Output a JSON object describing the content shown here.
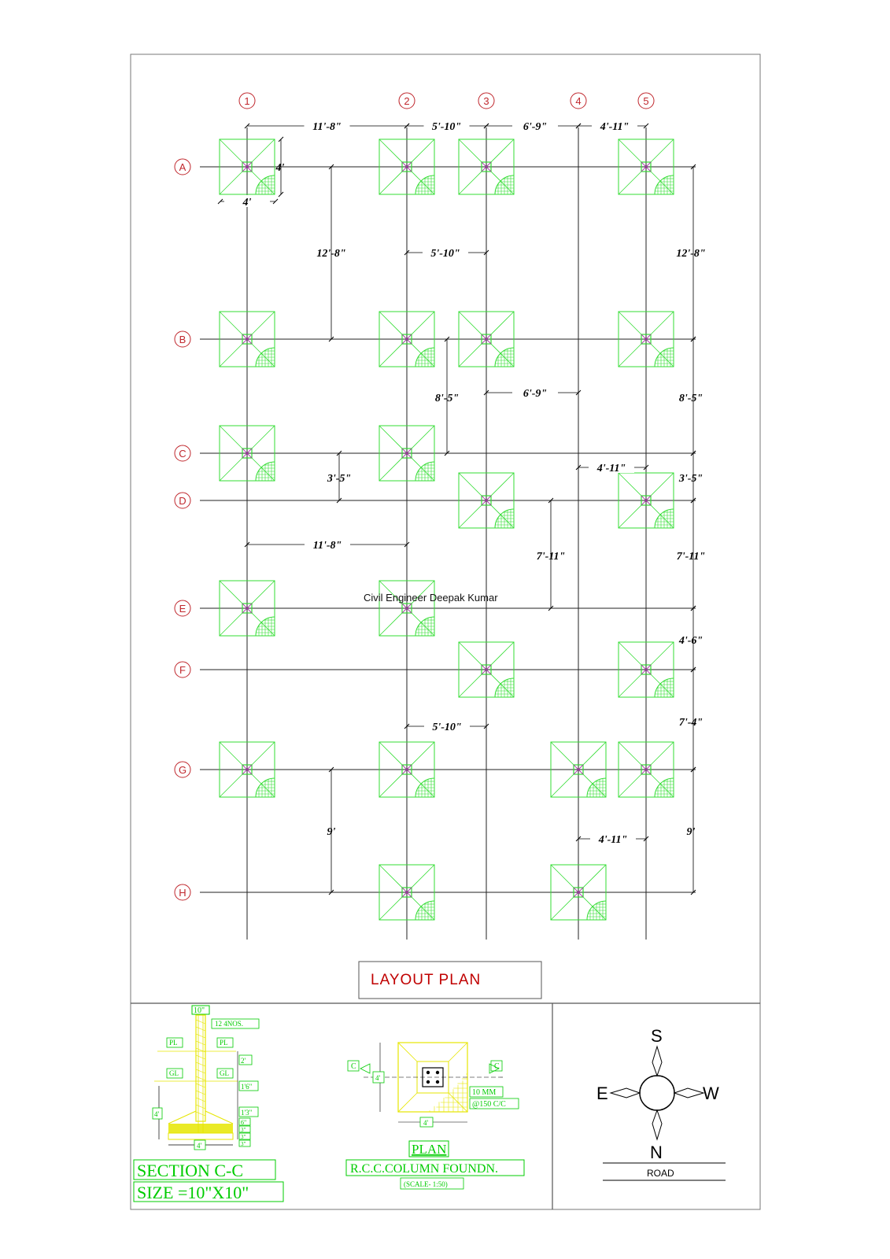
{
  "sheet": {
    "title": "LAYOUT  PLAN",
    "credit": "Civil Engineer Deepak Kumar"
  },
  "grid": {
    "columns": [
      "1",
      "2",
      "3",
      "4",
      "5"
    ],
    "rows": [
      "A",
      "B",
      "C",
      "D",
      "E",
      "F",
      "G",
      "H"
    ]
  },
  "dimensions": {
    "top_1_2": "11'-8\"",
    "top_2_3": "5'-10\"",
    "top_3_4": "6'-9\"",
    "top_4_5": "4'-11\"",
    "footing_h": "4'",
    "footing_w": "4'",
    "left_ab": "12'-8\"",
    "mid_23_ab": "5'-10\"",
    "right_ab": "12'-8\"",
    "mid_bc": "8'-5\"",
    "mid_34_bc": "6'-9\"",
    "right_bc": "8'-5\"",
    "mid_45_cd": "4'-11\"",
    "left_cd": "3'-5\"",
    "right_cd": "3'-5\"",
    "left_12_de": "11'-8\"",
    "mid_de": "7'-11\"",
    "right_de": "7'-11\"",
    "right_ef": "4'-6\"",
    "mid_23_fg": "5'-10\"",
    "right_fg": "7'-4\"",
    "left_gh": "9'",
    "mid_45_gh": "4'-11\"",
    "right_gh": "9'"
  },
  "section_detail": {
    "top_label": "10\"",
    "bars_label": "12   4NOS.",
    "pl": "PL",
    "gl": "GL",
    "dim_2": "2'",
    "dim_16": "1'6\"",
    "dim_13": "1'3\"",
    "dim_6": "6\"",
    "dim_3a": "3\"",
    "dim_3b": "3\"",
    "dim_3c": "3\"",
    "height_label": "4'",
    "width_label": "4'",
    "caption_1": "SECTION  C-C",
    "caption_2": "SIZE   =10\"X10\""
  },
  "plan_detail": {
    "section_mark": "C",
    "side_label": "4'",
    "width_label": "4'",
    "bar_label_1": "10  MM",
    "bar_label_2": "@150  C/C",
    "caption_1": "PLAN",
    "caption_2": "R.C.C.COLUMN  FOUNDN.",
    "caption_3": "(SCALE-  1:50)"
  },
  "compass": {
    "top": "S",
    "bottom": "N",
    "left": "E",
    "right": "W",
    "road": "ROAD"
  },
  "colors": {
    "footing": "#33dd33",
    "grid_bubble": "#c0272d",
    "title": "#c00000",
    "detail_yellow": "#e6e600",
    "detail_green": "#00cc00"
  }
}
